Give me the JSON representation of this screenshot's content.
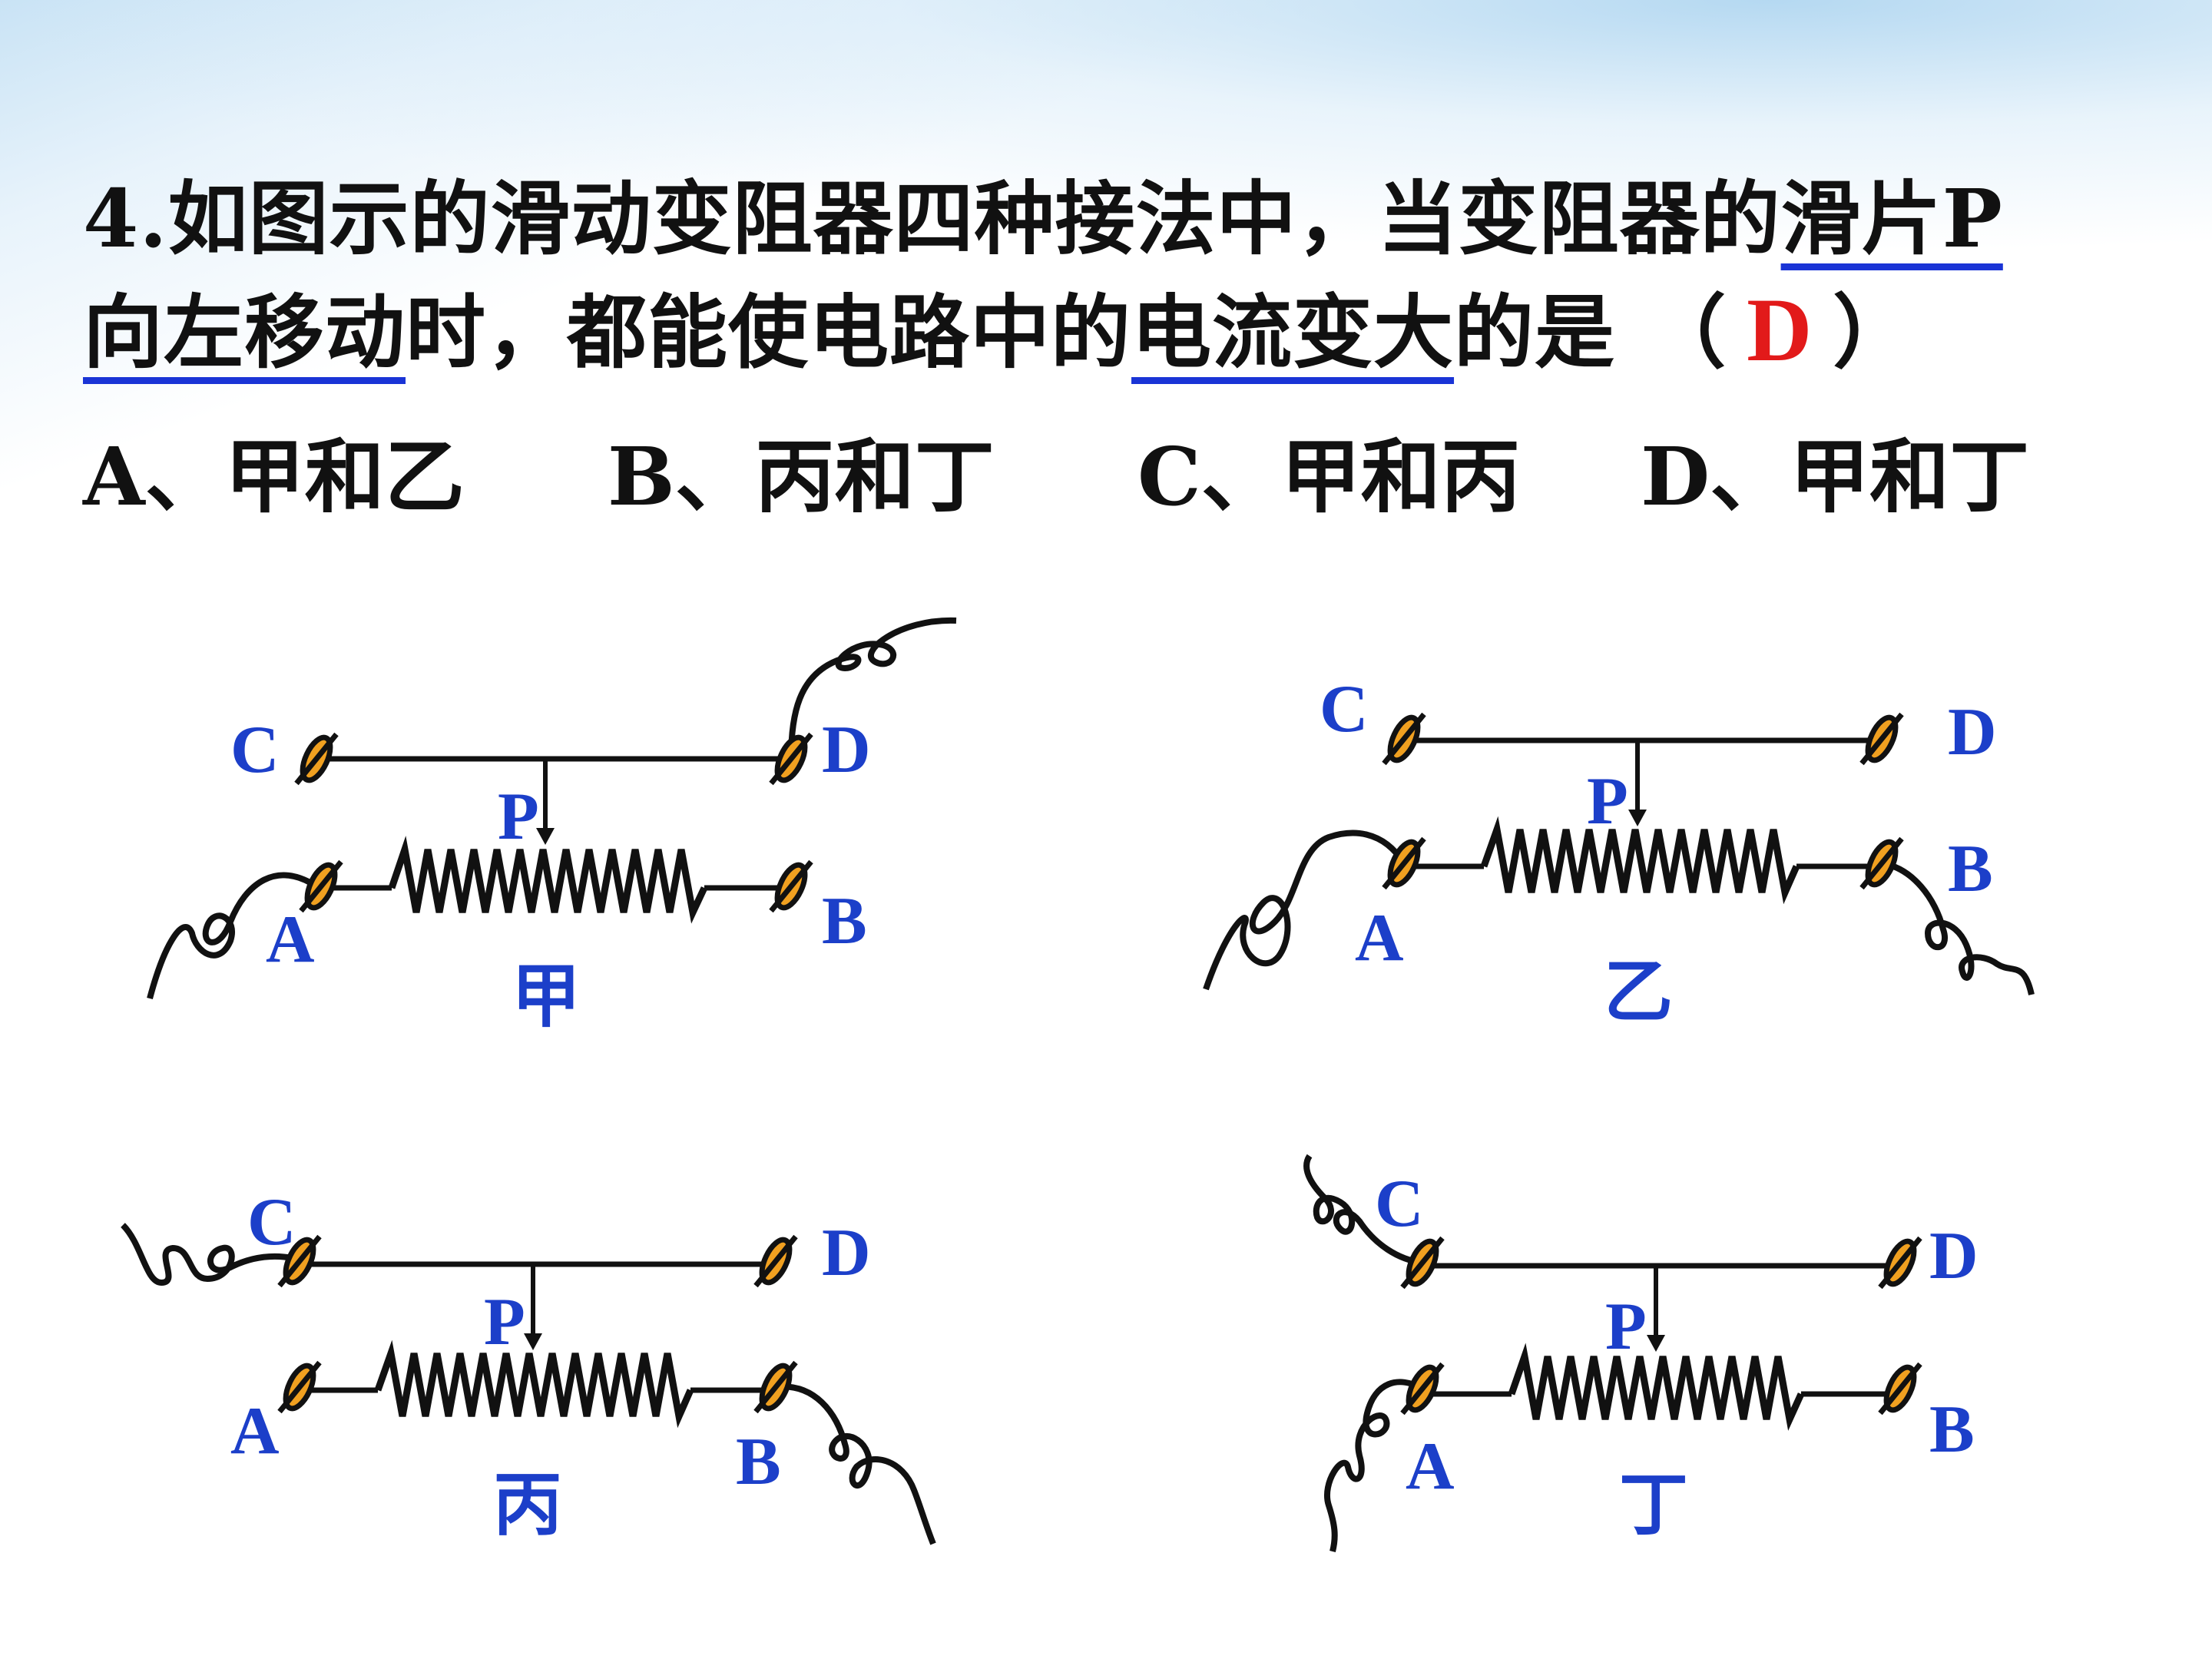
{
  "question": {
    "line1_prefix": "4.如图示的滑动变阻器四种接法中，当变阻器的",
    "line1_underlined": "滑片P",
    "line2_underlined_a": "向左移动",
    "line2_middle": "时，都能使电路中的",
    "line2_underlined_b": "电流变大",
    "line2_suffix": "的是",
    "paren_open": "（",
    "answer": "D",
    "paren_close": "）"
  },
  "options": [
    {
      "label": "A、甲和乙"
    },
    {
      "label": "B、丙和丁"
    },
    {
      "label": "C、甲和丙"
    },
    {
      "label": "D、甲和丁"
    }
  ],
  "diagrams": [
    {
      "caption": "甲",
      "terminals": {
        "c": "C",
        "d": "D",
        "a": "A",
        "b": "B",
        "p": "P"
      }
    },
    {
      "caption": "乙",
      "terminals": {
        "c": "C",
        "d": "D",
        "a": "A",
        "b": "B",
        "p": "P"
      }
    },
    {
      "caption": "丙",
      "terminals": {
        "c": "C",
        "d": "D",
        "a": "A",
        "b": "B",
        "p": "P"
      }
    },
    {
      "caption": "丁",
      "terminals": {
        "c": "C",
        "d": "D",
        "a": "A",
        "b": "B",
        "p": "P"
      }
    }
  ],
  "colors": {
    "label_blue": "#1c3fc9",
    "answer_red": "#e21a1a",
    "underline_blue": "#1a34d6",
    "terminal_orange": "#f0a020"
  }
}
